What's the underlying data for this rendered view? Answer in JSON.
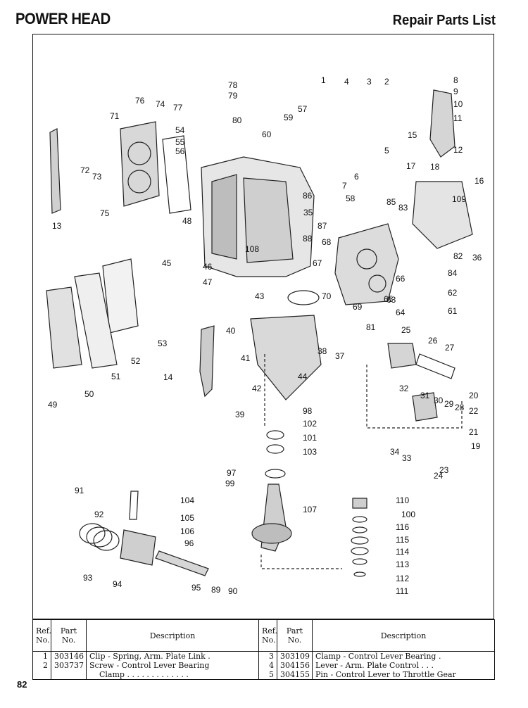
{
  "header": {
    "section_title": "POWER HEAD",
    "list_title": "Repair Parts List"
  },
  "diagram": {
    "callouts": [
      "1",
      "2",
      "3",
      "4",
      "5",
      "6",
      "7",
      "8",
      "9",
      "10",
      "11",
      "12",
      "13",
      "14",
      "15",
      "16",
      "17",
      "18",
      "19",
      "20",
      "21",
      "22",
      "23",
      "24",
      "25",
      "26",
      "27",
      "28",
      "29",
      "30",
      "31",
      "32",
      "33",
      "34",
      "35",
      "36",
      "37",
      "38",
      "39",
      "40",
      "41",
      "42",
      "43",
      "44",
      "45",
      "46",
      "47",
      "48",
      "49",
      "50",
      "51",
      "52",
      "53",
      "54",
      "55",
      "56",
      "57",
      "58",
      "59",
      "60",
      "61",
      "62",
      "63",
      "64",
      "65",
      "66",
      "67",
      "68",
      "69",
      "70",
      "71",
      "72",
      "73",
      "74",
      "75",
      "76",
      "77",
      "78",
      "79",
      "80",
      "81",
      "82",
      "83",
      "84",
      "85",
      "86",
      "87",
      "88",
      "89",
      "90",
      "91",
      "92",
      "93",
      "94",
      "95",
      "96",
      "97",
      "98",
      "99",
      "100",
      "101",
      "102",
      "103",
      "104",
      "105",
      "106",
      "107",
      "108",
      "109",
      "110",
      "111",
      "112",
      "113",
      "114",
      "115",
      "116"
    ]
  },
  "table": {
    "headers": {
      "ref_no": "Ref.\nNo.",
      "part_no": "Part\nNo.",
      "description": "Description"
    },
    "left_rows": [
      {
        "ref": "1",
        "part": "303146",
        "description": "Clip - Spring, Arm. Plate Link  ."
      },
      {
        "ref": "2",
        "part": "303737",
        "description": "Screw - Control Lever Bearing"
      },
      {
        "ref": "",
        "part": "",
        "description": "Clamp . . . . . . . . . . . . ."
      }
    ],
    "right_rows": [
      {
        "ref": "3",
        "part": "303109",
        "description": "Clamp - Control Lever Bearing ."
      },
      {
        "ref": "4",
        "part": "304156",
        "description": "Lever - Arm. Plate Control . . ."
      },
      {
        "ref": "5",
        "part": "304155",
        "description": "Pin - Control Lever to Throttle Gear"
      }
    ]
  },
  "footer": {
    "page_number": "82"
  }
}
